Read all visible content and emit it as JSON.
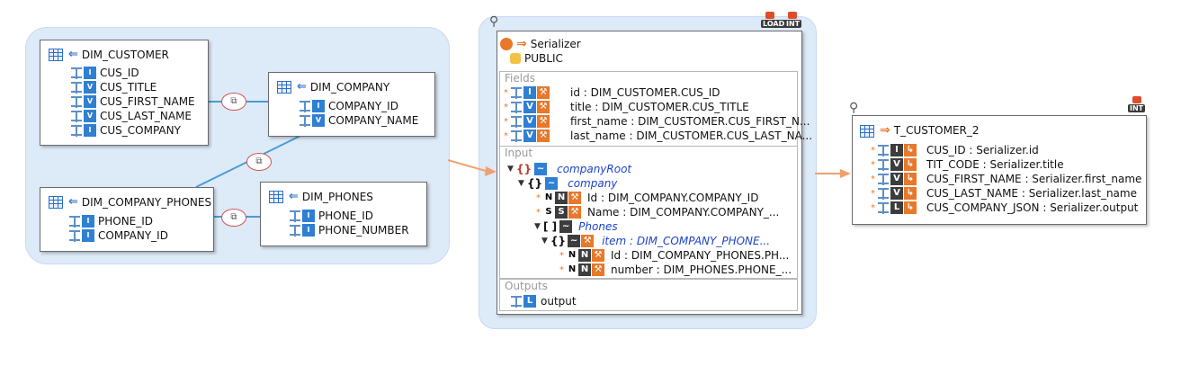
{
  "source_tables": [
    {
      "name": "DIM_CUSTOMER",
      "columns": [
        "CUS_ID",
        "CUS_TITLE",
        "CUS_FIRST_NAME",
        "CUS_LAST_NAME",
        "CUS_COMPANY"
      ]
    },
    {
      "name": "DIM_COMPANY",
      "columns": [
        "COMPANY_ID",
        "COMPANY_NAME"
      ]
    },
    {
      "name": "DIM_COMPANY_PHONES",
      "columns": [
        "PHONE_ID",
        "COMPANY_ID"
      ]
    },
    {
      "name": "DIM_PHONES",
      "columns": [
        "PHONE_ID",
        "PHONE_NUMBER"
      ]
    }
  ],
  "serializer": {
    "name": "Serializer",
    "schema": "PUBLIC",
    "fields_title": "Fields",
    "fields": [
      "id : DIM_CUSTOMER.CUS_ID",
      "title : DIM_CUSTOMER.CUS_TITLE",
      "first_name : DIM_CUSTOMER.CUS_FIRST_N...",
      "last_name : DIM_CUSTOMER.CUS_LAST_NA..."
    ],
    "input_title": "Input",
    "input_tree": [
      {
        "node": "companyRoot"
      },
      {
        "node": "company"
      },
      {
        "type": "N",
        "text": "Id : DIM_COMPANY.COMPANY_ID"
      },
      {
        "type": "S",
        "text": "Name : DIM_COMPANY.COMPANY_..."
      },
      {
        "node": "Phones"
      },
      {
        "node": "item : DIM_COMPANY_PHONE..."
      },
      {
        "type": "N",
        "text": "Id : DIM_COMPANY_PHONES.PH..."
      },
      {
        "type": "N",
        "text": "number : DIM_PHONES.PHONE_..."
      }
    ],
    "outputs_title": "Outputs",
    "outputs": [
      "output"
    ]
  },
  "target": {
    "name": "T_CUSTOMER_2",
    "mappings": [
      "CUS_ID : Serializer.id",
      "TIT_CODE : Serializer.title",
      "CUS_FIRST_NAME : Serializer.first_name",
      "CUS_LAST_NAME : Serializer.last_name",
      "CUS_COMPANY_JSON : Serializer.output"
    ]
  },
  "badges": {
    "load": "LOAD",
    "int": "INT"
  },
  "colors": {
    "accent": "#2f7fd3",
    "arrow": "#f0a070",
    "group": "#ddeaf8"
  }
}
